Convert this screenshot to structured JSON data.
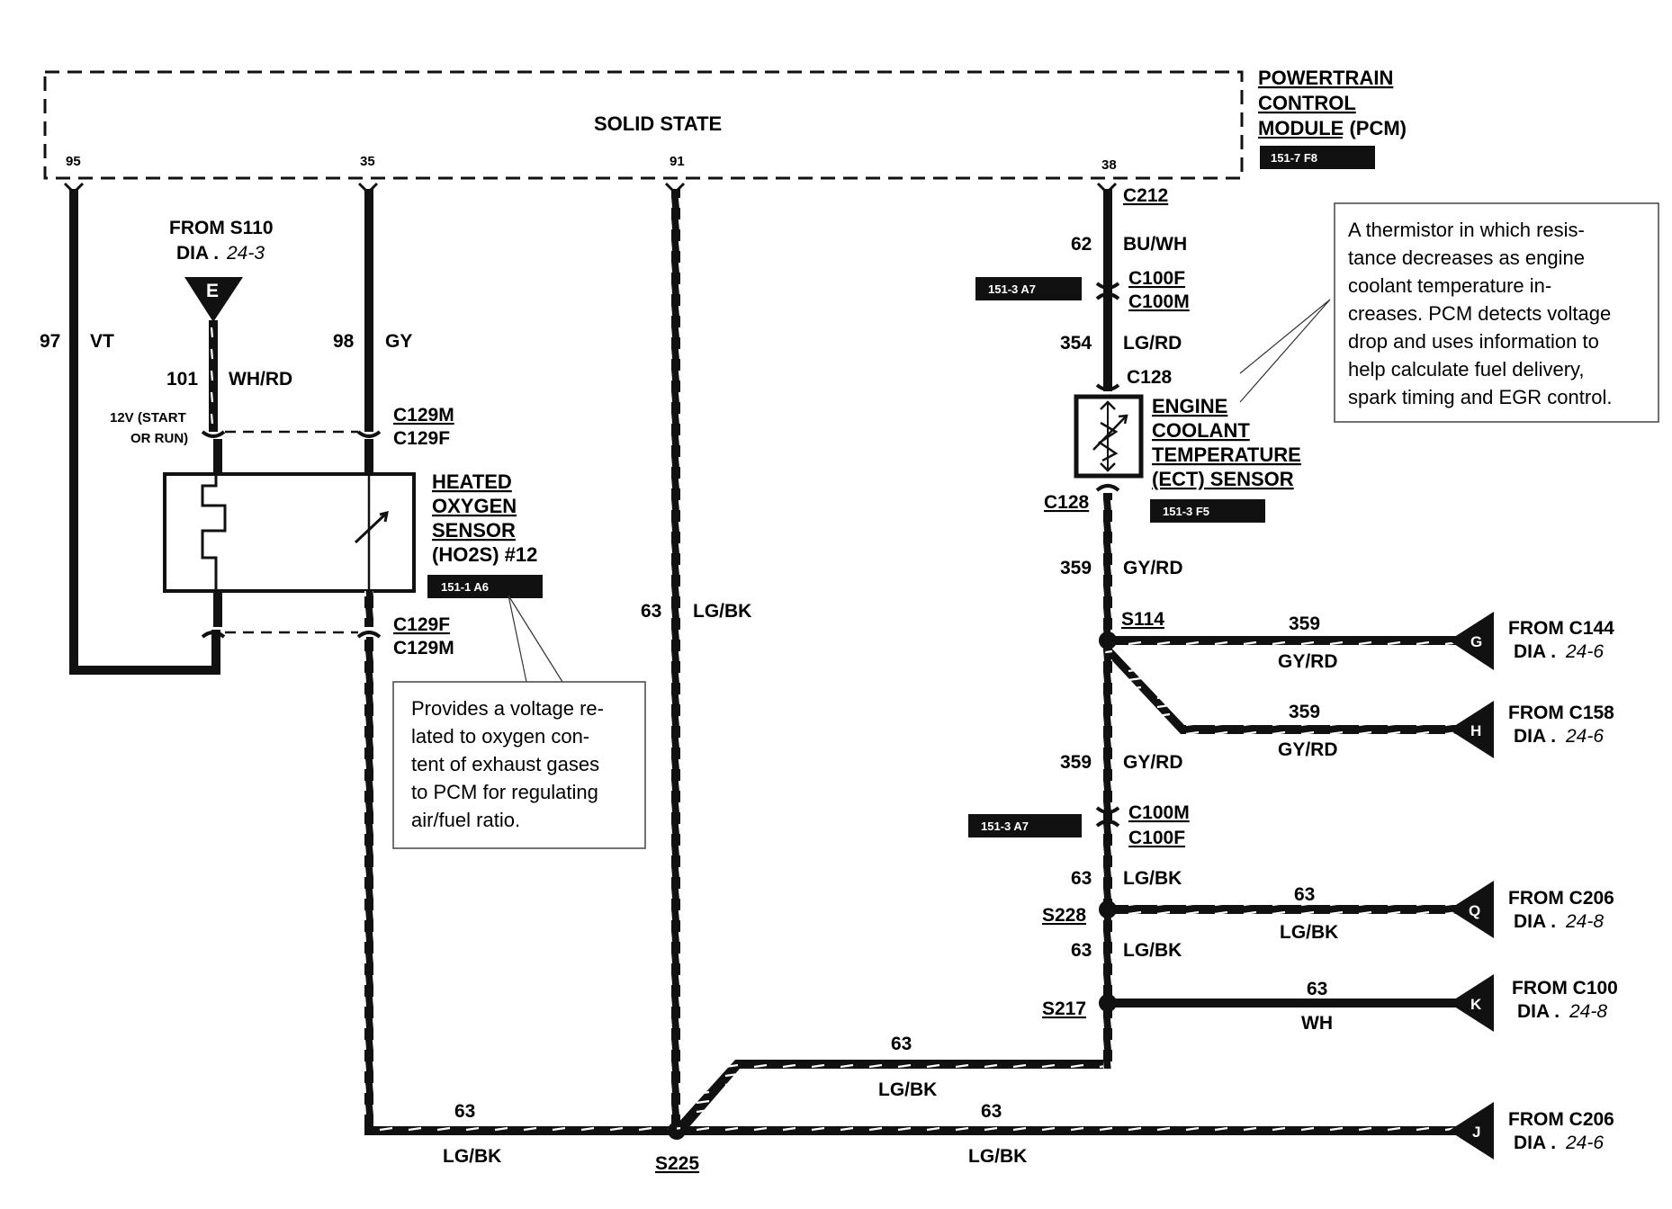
{
  "pcm": {
    "title_line1": "POWERTRAIN",
    "title_line2": "CONTROL",
    "title_line3": "MODULE (PCM)",
    "ref": "151-7 F8",
    "body_label": "SOLID STATE",
    "pins": [
      "95",
      "35",
      "91",
      "38"
    ]
  },
  "wires": {
    "w97": {
      "circuit": "97",
      "color": "VT"
    },
    "w98": {
      "circuit": "98",
      "color": "GY"
    },
    "w101": {
      "circuit": "101",
      "color": "WH/RD"
    },
    "w63_main": {
      "circuit": "63",
      "color": "LG/BK"
    },
    "w62": {
      "circuit": "62",
      "color": "BU/WH"
    },
    "w354": {
      "circuit": "354",
      "color": "LG/RD"
    },
    "w359_a": {
      "circuit": "359",
      "color": "GY/RD"
    },
    "w359_b": {
      "circuit": "359",
      "color": "GY/RD"
    },
    "w359_g": {
      "circuit": "359",
      "color": "GY/RD"
    },
    "w359_h": {
      "circuit": "359",
      "color": "GY/RD"
    },
    "w63_c": {
      "circuit": "63",
      "color": "LG/BK"
    },
    "w63_d": {
      "circuit": "63",
      "color": "LG/BK"
    },
    "w63_q": {
      "circuit": "63",
      "color": "LG/BK"
    },
    "w63_k": {
      "circuit": "63",
      "color": "WH"
    },
    "w63_diag": {
      "circuit": "63",
      "color": "LG/BK"
    },
    "w63_left": {
      "circuit": "63",
      "color": "LG/BK"
    },
    "w63_j": {
      "circuit": "63",
      "color": "LG/BK"
    }
  },
  "from_s110": {
    "line1": "FROM S110",
    "dia": "DIA .",
    "page": "24-3",
    "letter": "E"
  },
  "power_label": {
    "line1": "12V (START",
    "line2": "OR RUN)"
  },
  "connectors": {
    "c129m_top": "C129M",
    "c129f_top": "C129F",
    "c129f_bot": "C129F",
    "c129m_bot": "C129M",
    "c212": "C212",
    "c100f_top": "C100F",
    "c100m_top": "C100M",
    "c128_top": "C128",
    "c128_bot": "C128",
    "c100m_bot": "C100M",
    "c100f_bot": "C100F"
  },
  "splices": {
    "s114": "S114",
    "s228": "S228",
    "s217": "S217",
    "s225": "S225"
  },
  "ho2s": {
    "line1": "HEATED",
    "line2": "OXYGEN",
    "line3": "SENSOR",
    "line4": "(HO2S) #12",
    "ref": "151-1 A6",
    "note": [
      "Provides a voltage re-",
      "lated to oxygen con-",
      "tent of exhaust gases",
      "to PCM for regulating",
      "air/fuel ratio."
    ]
  },
  "ect": {
    "line1": "ENGINE",
    "line2": "COOLANT",
    "line3": "TEMPERATURE",
    "line4": "(ECT) SENSOR",
    "ref": "151-3 F5",
    "note": [
      "A thermistor in which resis-",
      "tance decreases as engine",
      "coolant temperature in-",
      "creases. PCM detects voltage",
      "drop and uses information to",
      "help calculate fuel delivery,",
      "spark timing and EGR control."
    ]
  },
  "refs": {
    "c100_top": "151-3 A7",
    "c100_bot": "151-3 A7"
  },
  "sources": {
    "g": {
      "letter": "G",
      "from": "FROM C144",
      "dia": "DIA .",
      "page": "24-6"
    },
    "h": {
      "letter": "H",
      "from": "FROM C158",
      "dia": "DIA .",
      "page": "24-6"
    },
    "q": {
      "letter": "Q",
      "from": "FROM C206",
      "dia": "DIA .",
      "page": "24-8"
    },
    "k": {
      "letter": "K",
      "from": "FROM C100",
      "dia": "DIA .",
      "page": "24-8"
    },
    "j": {
      "letter": "J",
      "from": "FROM C206",
      "dia": "DIA .",
      "page": "24-6"
    }
  }
}
